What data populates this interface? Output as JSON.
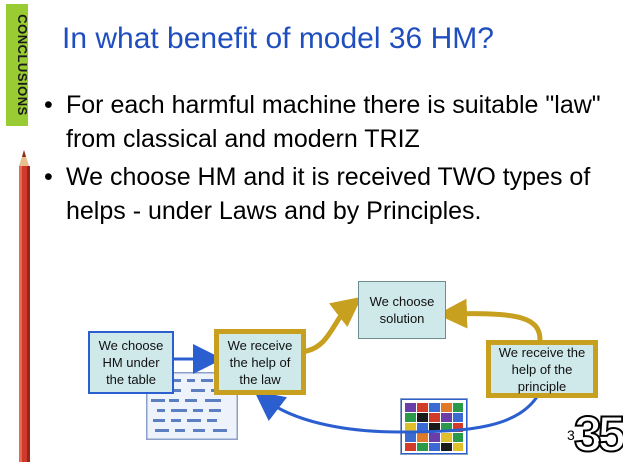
{
  "side_tab": {
    "label": "CONCLUSIONS",
    "color": "#99cc33"
  },
  "title": "In what benefit of model 36 HM?",
  "bullets": [
    "For each harmful machine there is suitable \"law\" from classical and modern TRIZ",
    "We choose HM and it is received TWO types of helps - under Laws and by Principles."
  ],
  "flow": {
    "choose_hm": "We choose HM under the table",
    "receive_law": "We receive the help of the law",
    "choose_solution": "We choose solution",
    "receive_principle": "We receive the help of the principle"
  },
  "colors": {
    "title": "#1f4fbf",
    "box_fill": "#cfe8ea",
    "gold_border": "#c8a020",
    "blue_arrow": "#2b5fd0"
  },
  "page_number": "3",
  "slide_number_big": "35"
}
